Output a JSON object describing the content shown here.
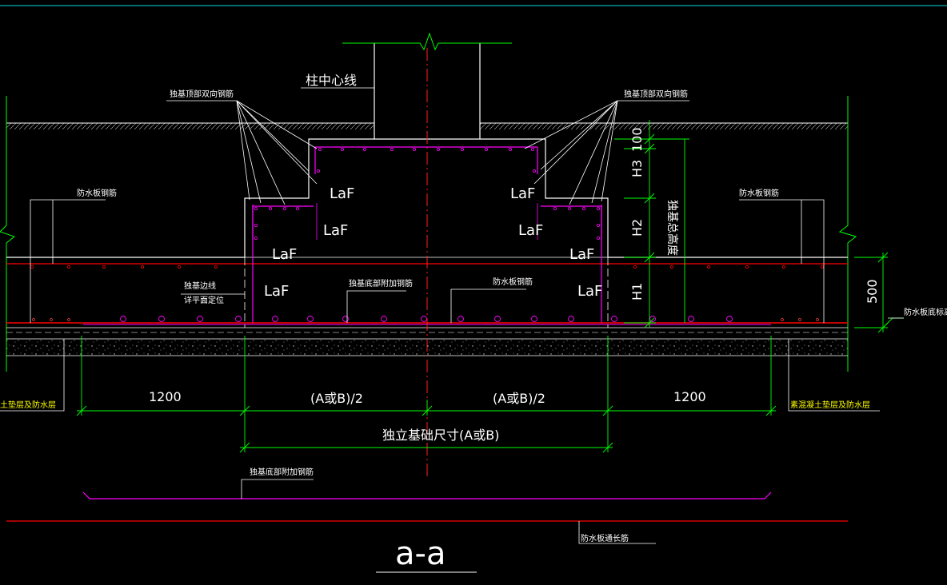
{
  "labels": {
    "column_centerline": "柱中心线",
    "top_bidirectional_left": "独基顶部双向钢筋",
    "top_bidirectional_right": "独基顶部双向钢筋",
    "wp_plate_rebar_left": "防水板钢筋",
    "wp_plate_rebar_right": "防水板钢筋",
    "edge_line": "独基边线",
    "plan_position": "详平面定位",
    "bottom_additional_rebar": "独基底部附加钢筋",
    "wp_plate_rebar_mid": "防水板钢筋",
    "bottom_additional_rebar_2": "独基底部附加钢筋",
    "wp_plate_through_rebar": "防水板通长筋",
    "wp_plate_bottom_elev": "防水板底标高",
    "left_bedding_layer": "土垫层及防水层",
    "right_bedding_layer": "素混凝土垫层及防水层",
    "total_height": "独基总高度"
  },
  "laf": {
    "l1": "LaF",
    "l2": "LaF",
    "l3": "LaF",
    "l4": "LaF",
    "r1": "LaF",
    "r2": "LaF",
    "r3": "LaF",
    "r4": "LaF"
  },
  "dims": {
    "left_extent": "1200",
    "half_left": "(A或B)/2",
    "half_right": "(A或B)/2",
    "right_extent": "1200",
    "overall": "独立基础尺寸(A或B)",
    "h100": "100",
    "h3": "H3",
    "h2": "H2",
    "h1": "H1",
    "h500": "500"
  },
  "section_title": "a-a",
  "colors": {
    "background": "#000000",
    "concrete_outline": "#ffffff",
    "rebar": "#ff00ff",
    "slab_rebar": "#ff0000",
    "dimension": "#00ff00",
    "centerline": "#ff0000",
    "note_text_yellow": "#ffff00",
    "top_border": "#00c0c0"
  }
}
